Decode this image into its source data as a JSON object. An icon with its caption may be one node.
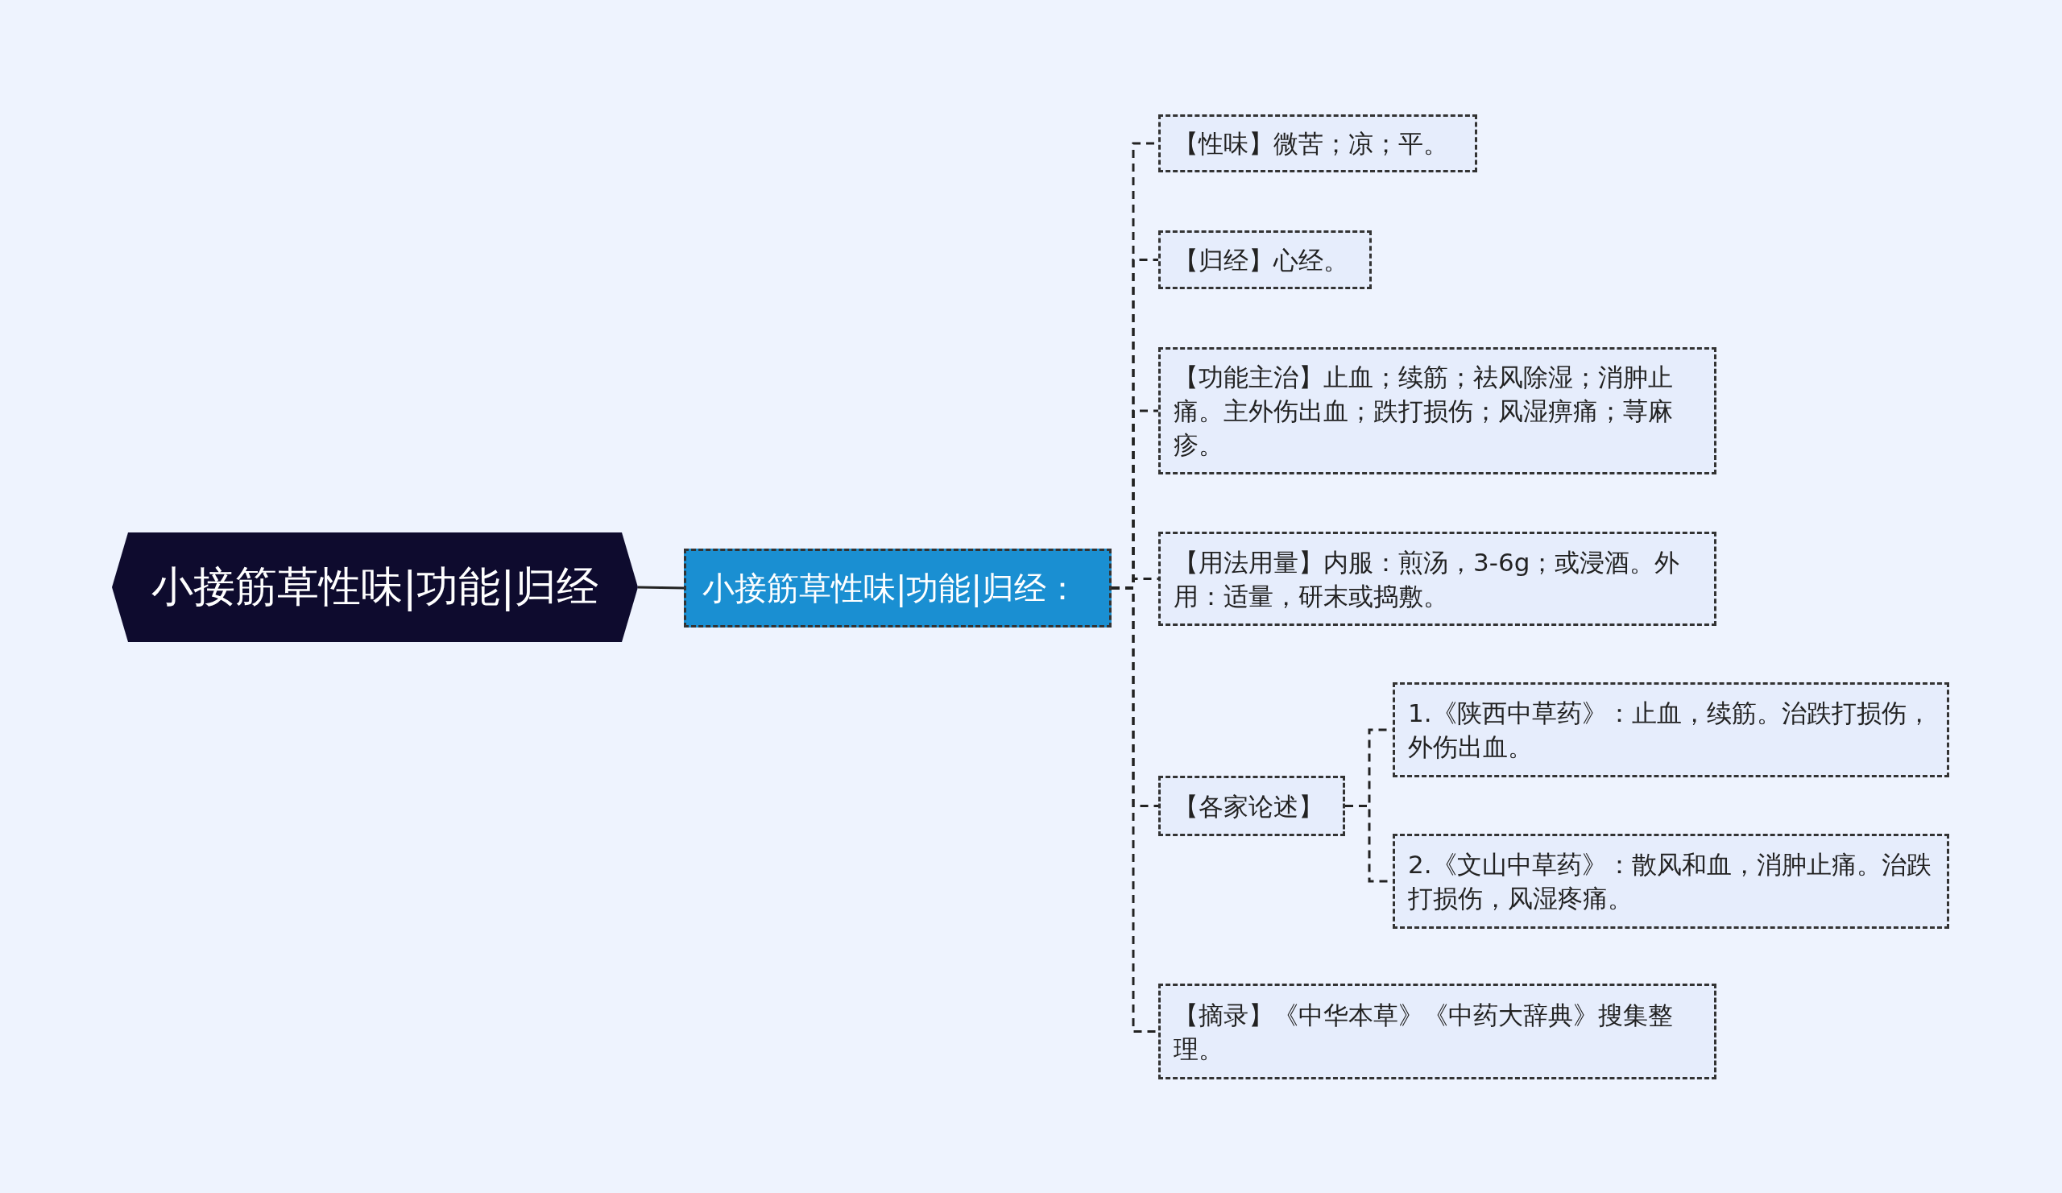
{
  "diagram": {
    "nodes": [
      {
        "text": [
          "小接筋草性味|功能|归经"
        ]
      },
      {
        "text": [
          "小接筋草性味|功能|归经："
        ]
      },
      {
        "text": [
          "【性味】微苦；凉；平。"
        ]
      },
      {
        "text": [
          "【归经】心经。"
        ]
      },
      {
        "text": [
          "【功能主治】止血；续筋；祛风除湿；消肿止痛。主外伤出血；跌打损伤；风湿痹痛；荨麻疹。"
        ]
      },
      {
        "text": [
          "【用法用量】内服：煎汤，3-6g；或浸酒。外用：适量，研末或捣敷。"
        ]
      },
      {
        "text": [
          "【各家论述】"
        ]
      },
      {
        "text": [
          "1.《陕西中草药》：止血，续筋。治跌打损伤，外伤出血。"
        ]
      },
      {
        "text": [
          "2.《文山中草药》：散风和血，消肿止痛。治跌打损伤，风湿疼痛。"
        ]
      },
      {
        "text": [
          "【摘录】《中华本草》《中药大辞典》搜集整理。"
        ]
      }
    ],
    "edges": [
      {
        "from": 0,
        "to": 1,
        "arrow": "none"
      },
      {
        "from": 1,
        "to": 2,
        "arrow": "none",
        "style": "dashed"
      },
      {
        "from": 1,
        "to": 3,
        "arrow": "none",
        "style": "dashed"
      },
      {
        "from": 1,
        "to": 4,
        "arrow": "none",
        "style": "dashed"
      },
      {
        "from": 1,
        "to": 5,
        "arrow": "none",
        "style": "dashed"
      },
      {
        "from": 1,
        "to": 6,
        "arrow": "none",
        "style": "dashed"
      },
      {
        "from": 6,
        "to": 7,
        "arrow": "none",
        "style": "dashed"
      },
      {
        "from": 6,
        "to": 8,
        "arrow": "none",
        "style": "dashed"
      },
      {
        "from": 1,
        "to": 9,
        "arrow": "none",
        "style": "dashed"
      }
    ]
  }
}
